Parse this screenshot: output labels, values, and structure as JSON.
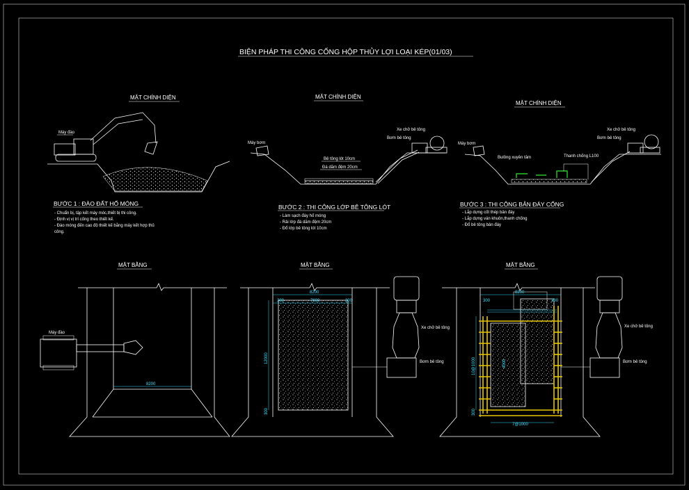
{
  "title": "BIỆN PHÁP THI CÔNG CỐNG HỘP  THỦY LỢI LOẠI KÉP(01/03)",
  "sections": {
    "s1_head": "MẶT CHÍNH DIỆN",
    "s2_head": "MẶT CHÍNH DIỆN",
    "s3_head": "MẶT CHÍNH DIỆN",
    "p1_head": "MẶT BẰNG",
    "p2_head": "MẶT BẰNG",
    "p3_head": "MẶT BẰNG"
  },
  "labels": {
    "excavator": "Máy đào",
    "pump1": "Máy bơm",
    "pump2": "Máy bơm",
    "concrete_layer": "Bê tông lót 10cm",
    "gravel_layer": "Đá dăm đệm 20cm",
    "mixer_truck": "Xe chở bê tông",
    "concrete_pump": "Bơm bê tông",
    "tie_bolt": "Bulông xuyên tâm",
    "brace": "Thanh chống L100",
    "plan_excavator": "Máy đào"
  },
  "steps": [
    {
      "title": "BƯỚC 1 : ĐÀO ĐẤT HỐ MÓNG",
      "bullets": [
        "- Chuẩn bị, tập kết máy móc,thiết bị thi công.",
        "- Định vị vị trí cống  theo thiết kế.",
        "- Đào móng đến cao độ thiết kế bằng máy kết hợp thủ",
        "công."
      ]
    },
    {
      "title": "BƯỚC 2 : THI CÔNG LỚP BÊ TÔNG LÓT",
      "bullets": [
        "- Làm sạch đáy hố móng",
        "- Rải lớp đá dăm đệm 20cm",
        "- Đổ lớp bê tông lót 10cm"
      ]
    },
    {
      "title": "BƯỚC 3 : THI CÔNG BẢN ĐÁY CỐNG",
      "bullets": [
        "- Lắp dựng cốt thép bản đáy",
        "- Lắp dựng ván khuôn,thanh chống",
        "- Đổ bê tông bản đáy"
      ]
    }
  ],
  "dims": {
    "p1_width": "8200",
    "p2_top": "8200",
    "p2_inner": "7600",
    "p2_left": "300",
    "p2_right": "300",
    "p2_len": "12000",
    "p2_bottom": "300",
    "p3_top": "8200",
    "p3_left": "300",
    "p3_right": "300",
    "p3_len": "10@1000",
    "p3_bottom": "300",
    "p3_inner": "7@1000",
    "p3_mid": "4000"
  },
  "plan_labels": {
    "p2_truck": "Xe chở bê tông",
    "p2_pump": "Bơm bê tông",
    "p3_truck": "Xe chở bê tông",
    "p3_pump": "Bơm bê tông"
  }
}
